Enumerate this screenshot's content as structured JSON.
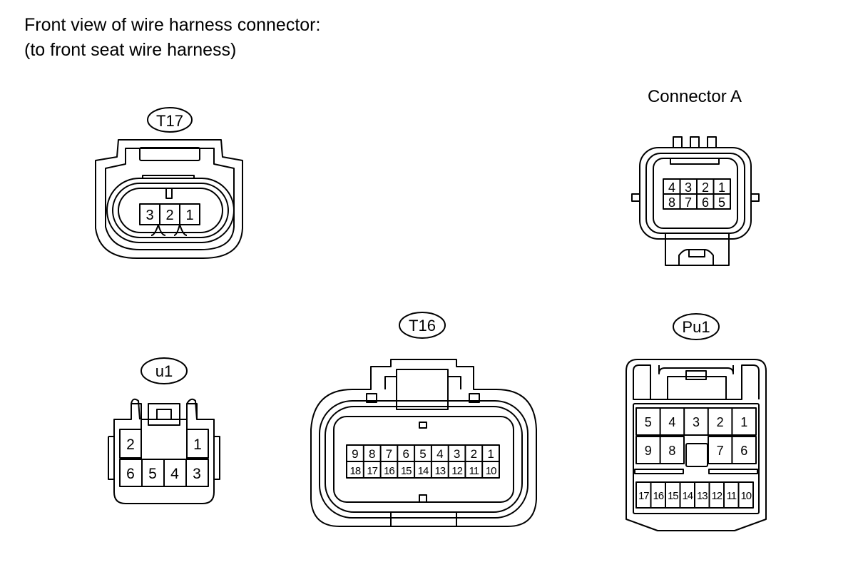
{
  "caption": {
    "line1": "Front view of wire harness connector:",
    "line2": "(to front seat wire harness)"
  },
  "connectors": {
    "t17": {
      "code": "T17",
      "pins": [
        "3",
        "2",
        "1"
      ]
    },
    "connector_a": {
      "label": "Connector A",
      "pins_top": [
        "4",
        "3",
        "2",
        "1"
      ],
      "pins_bottom": [
        "8",
        "7",
        "6",
        "5"
      ]
    },
    "u1": {
      "code": "u1",
      "pins_top": [
        "2",
        "1"
      ],
      "pins_bottom": [
        "6",
        "5",
        "4",
        "3"
      ]
    },
    "t16": {
      "code": "T16",
      "pins_top": [
        "9",
        "8",
        "7",
        "6",
        "5",
        "4",
        "3",
        "2",
        "1"
      ],
      "pins_bottom": [
        "18",
        "17",
        "16",
        "15",
        "14",
        "13",
        "12",
        "11",
        "10"
      ]
    },
    "pu1": {
      "code": "Pu1",
      "pins_row1": [
        "5",
        "4",
        "3",
        "2",
        "1"
      ],
      "pins_row2_left": [
        "9",
        "8"
      ],
      "pins_row2_right": [
        "7",
        "6"
      ],
      "pins_row3": [
        "17",
        "16",
        "15",
        "14",
        "13",
        "12",
        "11",
        "10"
      ]
    }
  }
}
